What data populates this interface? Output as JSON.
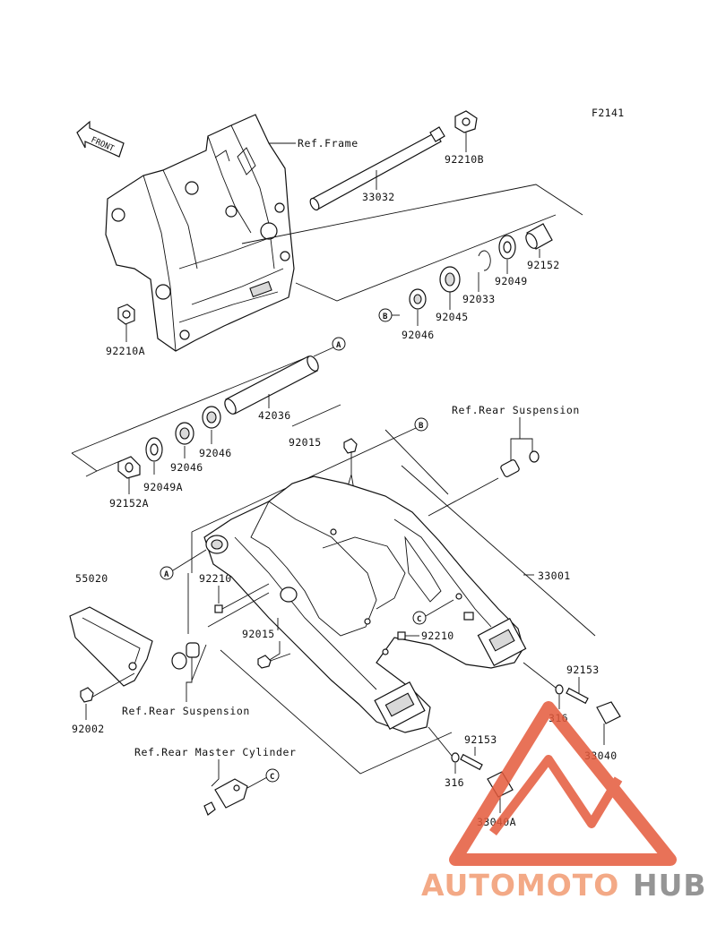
{
  "diagram_code": "F2141",
  "front_arrow_label": "FRONT",
  "watermark": {
    "text_a": "AUTOMOTO",
    "text_b": "HUB",
    "color_a": "#f2a07a",
    "color_b": "#8a8a8a",
    "logo_color": "#e55a3c"
  },
  "refs": {
    "frame": "Ref.Frame",
    "rear_susp_top": "Ref.Rear Suspension",
    "rear_susp_bottom": "Ref.Rear Suspension",
    "rear_master": "Ref.Rear Master Cylinder"
  },
  "callouts": [
    "A",
    "B",
    "A",
    "B",
    "C",
    "C"
  ],
  "parts": {
    "p92210B": "92210B",
    "p33032": "33032",
    "p92152": "92152",
    "p92049": "92049",
    "p92033": "92033",
    "p92045": "92045",
    "p92046_top": "92046",
    "p92210A": "92210A",
    "p42036": "42036",
    "p92046_a": "92046",
    "p92046_b": "92046",
    "p92049A": "92049A",
    "p92152A": "92152A",
    "p92015_top": "92015",
    "p33001": "33001",
    "p55020": "55020",
    "p92210_left": "92210",
    "p92015_bottom": "92015",
    "p92210_right": "92210",
    "p92002": "92002",
    "p92153_a": "92153",
    "p316_a": "316",
    "p33040": "33040",
    "p92153_b": "92153",
    "p316_b": "316",
    "p33040A": "33040A"
  }
}
